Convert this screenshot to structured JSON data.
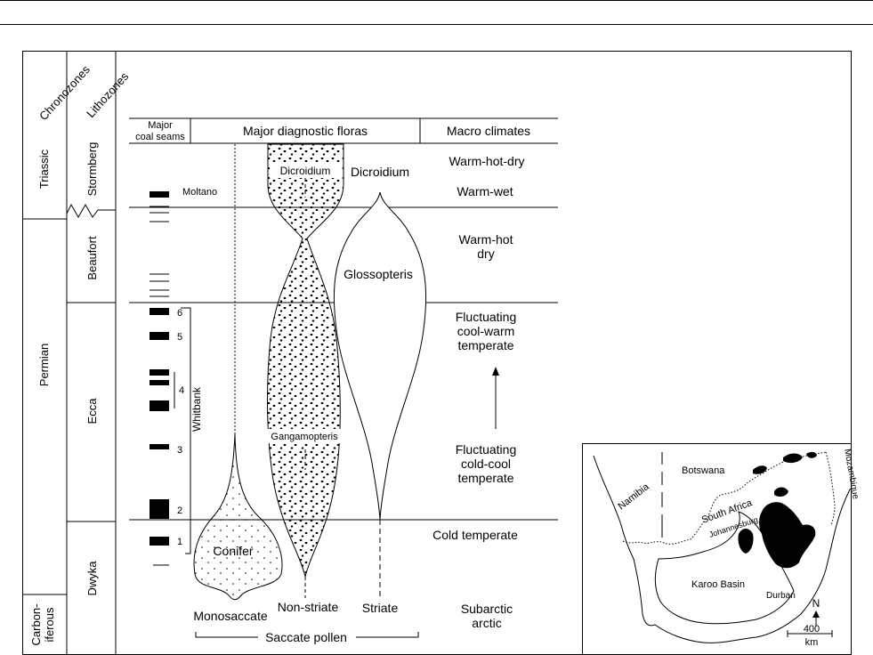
{
  "header": {
    "chronozones": "Chronozones",
    "lithozones": "Lithozones",
    "major_coal_seams_line1": "Major",
    "major_coal_seams_line2": "coal seams",
    "major_diagnostic_floras": "Major diagnostic floras",
    "macro_climates": "Macro climates"
  },
  "chronozones": [
    "Triassic",
    "Permian",
    "Carbon-",
    "iferous"
  ],
  "lithozones": [
    "Stormberg",
    "Beaufort",
    "Ecca",
    "Dwyka"
  ],
  "coal_seams": {
    "moltano": "Moltano",
    "whitbank": "Whitbank",
    "seam_numbers": [
      "6",
      "5",
      "4",
      "3",
      "2",
      "1"
    ]
  },
  "floras": {
    "dicroidium_inner": "Dicroidium",
    "dicroidium_outer": "Dicroidium",
    "glossopteris": "Glossopteris",
    "gangamopteris": "Gangamopteris",
    "conifer": "Conifer",
    "monosaccate": "Monosaccate",
    "non_striate": "Non-striate",
    "striate": "Striate",
    "saccate_pollen": "Saccate pollen"
  },
  "climates": {
    "warm_hot_dry": "Warm-hot-dry",
    "warm_wet": "Warm-wet",
    "warm_hot_dry2": [
      "Warm-hot",
      "dry"
    ],
    "fluct_cool_warm": [
      "Fluctuating",
      "cool-warm",
      "temperate"
    ],
    "fluct_cold_cool": [
      "Fluctuating",
      "cold-cool",
      "temperate"
    ],
    "cold_temperate": "Cold temperate",
    "subarctic": [
      "Subarctic",
      "arctic"
    ]
  },
  "map": {
    "namibia": "Namibia",
    "botswana": "Botswana",
    "mozambique": "Mozambique",
    "south_africa": "South Africa",
    "johannesburg": "Johannesburg",
    "durban": "Durban",
    "karoo_basin": "Karoo Basin",
    "north": "N",
    "scale_value": "400",
    "scale_unit": "km"
  }
}
